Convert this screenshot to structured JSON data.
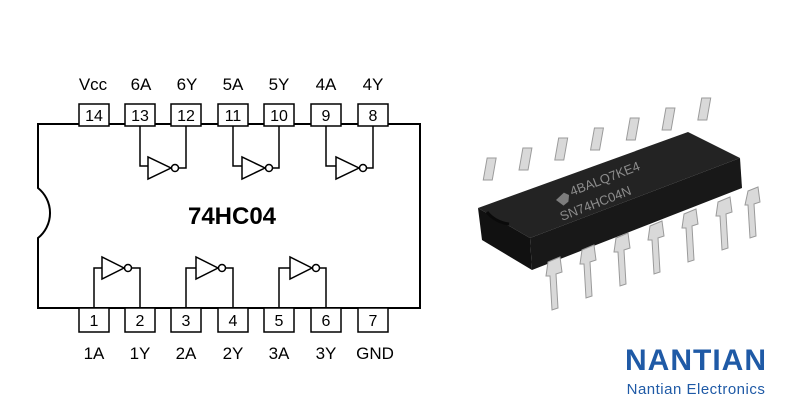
{
  "diagram": {
    "title": "74HC04",
    "top_pins": [
      {
        "number": "14",
        "label": "Vcc"
      },
      {
        "number": "13",
        "label": "6A"
      },
      {
        "number": "12",
        "label": "6Y"
      },
      {
        "number": "11",
        "label": "5A"
      },
      {
        "number": "10",
        "label": "5Y"
      },
      {
        "number": "9",
        "label": "4A"
      },
      {
        "number": "8",
        "label": "4Y"
      }
    ],
    "bottom_pins": [
      {
        "number": "1",
        "label": "1A"
      },
      {
        "number": "2",
        "label": "1Y"
      },
      {
        "number": "3",
        "label": "2A"
      },
      {
        "number": "4",
        "label": "2Y"
      },
      {
        "number": "5",
        "label": "3A"
      },
      {
        "number": "6",
        "label": "3Y"
      },
      {
        "number": "7",
        "label": "GND"
      }
    ],
    "gate_count": 6
  },
  "chip_photo": {
    "marking_line1": "4BALQ7KE4",
    "marking_line2": "SN74HC04N",
    "body_color": "#1c1c1c",
    "lead_color": "#d9d9d9"
  },
  "brand": {
    "name": "NANTIAN",
    "tagline": "Nantian Electronics",
    "color": "#1f5aa6"
  }
}
